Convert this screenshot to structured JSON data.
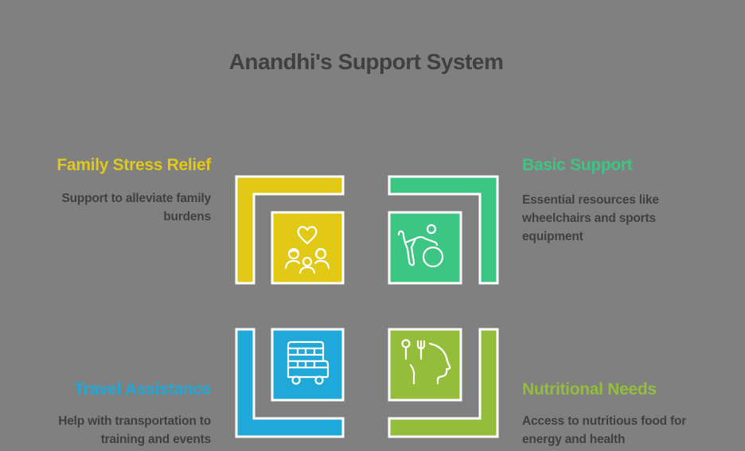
{
  "title": "Anandhi's Support System",
  "colors": {
    "background": "#808080",
    "text_dark": "#404040",
    "yellow": "#E1C916",
    "green": "#3CC583",
    "blue": "#1FA8D8",
    "lime": "#93BD3A",
    "stroke": "#FFFFFF"
  },
  "quadrants": [
    {
      "position": "top-left",
      "label": "Family Stress Relief",
      "description_lines": [
        "Support to alleviate family",
        "burdens"
      ],
      "color": "#E1C916",
      "icon": "family-heart-icon"
    },
    {
      "position": "top-right",
      "label": "Basic Support",
      "description_lines": [
        "Essential resources like",
        "wheelchairs and sports",
        "equipment"
      ],
      "color": "#3CC583",
      "icon": "wheelchair-athlete-icon"
    },
    {
      "position": "bottom-left",
      "label": "Travel Assistance",
      "description_lines": [
        "Help with transportation to",
        "training and events"
      ],
      "color": "#1FA8D8",
      "icon": "double-decker-bus-icon"
    },
    {
      "position": "bottom-right",
      "label": "Nutritional Needs",
      "description_lines": [
        "Access to nutritious food for",
        "energy and health"
      ],
      "color": "#93BD3A",
      "icon": "head-with-utensils-icon"
    }
  ]
}
